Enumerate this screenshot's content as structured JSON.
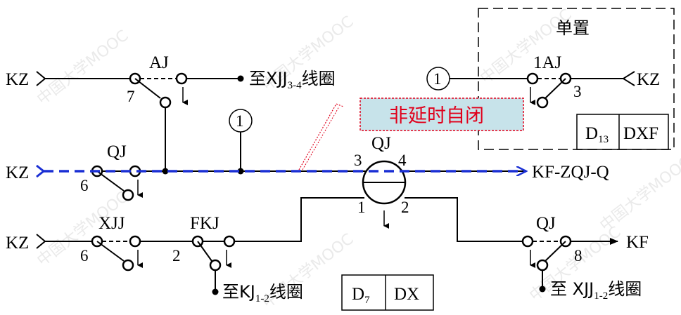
{
  "watermark": "中国大学MOOC",
  "callout": {
    "text": "非延时自闭",
    "fill": "#c7e3ea",
    "text_color": "#e0001b",
    "border_color": "#e0001b"
  },
  "highlight_color": "#1a2fd4",
  "unit_box": {
    "title": "单置",
    "cell_left": "D",
    "cell_left_sub": "13",
    "cell_right": "DXF",
    "contact_label": "1AJ",
    "contact_pin": "3",
    "terminal": "KZ",
    "ref_mark": "1"
  },
  "row1": {
    "terminal": "KZ",
    "contact_label": "AJ",
    "pin": "7",
    "dest_prefix": "至XJJ",
    "dest_sub": "3-4",
    "dest_suffix": "线圈"
  },
  "row2": {
    "terminal": "KZ",
    "contact_label": "QJ",
    "pin": "6",
    "ref_mark": "1",
    "coil_label": "QJ",
    "coil_pin_3": "3",
    "coil_pin_4": "4",
    "coil_pin_1": "1",
    "coil_pin_2": "2",
    "dest": "KF-ZQJ-Q"
  },
  "row3": {
    "terminal": "KZ",
    "xjj_label": "XJJ",
    "xjj_pin": "6",
    "fkj_label": "FKJ",
    "fkj_pin": "2",
    "fkj_dest_prefix": "至KJ",
    "fkj_dest_sub": "1-2",
    "fkj_dest_suffix": "线圈",
    "qj_label": "QJ",
    "qj_pin": "8",
    "dest": "KF",
    "qj_dest_prefix": "至 XJJ",
    "qj_dest_sub": "1-2",
    "qj_dest_suffix": "线圈",
    "cell_left": "D",
    "cell_left_sub": "7",
    "cell_right": "DX"
  }
}
